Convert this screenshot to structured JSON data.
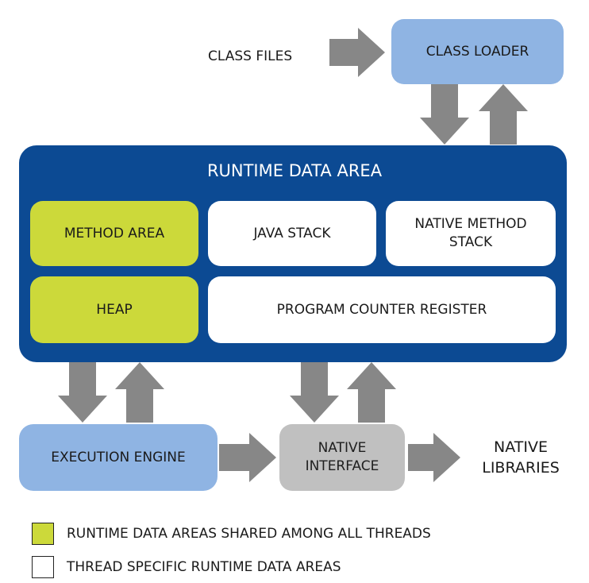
{
  "top": {
    "class_files": "CLASS FILES",
    "class_loader": "CLASS LOADER"
  },
  "runtime": {
    "title": "RUNTIME DATA AREA",
    "method_area": "METHOD AREA",
    "java_stack": "JAVA STACK",
    "native_method_stack": "NATIVE METHOD STACK",
    "heap": "HEAP",
    "program_counter": "PROGRAM COUNTER REGISTER"
  },
  "bottom": {
    "execution_engine": "EXECUTION ENGINE",
    "native_interface": "NATIVE INTERFACE",
    "native_libraries": "NATIVE LIBRARIES"
  },
  "legend": {
    "shared": "RUNTIME DATA AREAS SHARED AMONG ALL THREADS",
    "thread": "THREAD SPECIFIC RUNTIME DATA AREAS"
  },
  "colors": {
    "runtime_bg": "#0c4a93",
    "shared": "#ccd93a",
    "thread": "#ffffff",
    "loader_engine": "#8fb4e3",
    "native_interface": "#c0c0c0",
    "arrow": "#878787"
  },
  "arrows": [
    {
      "name": "class-files-to-loader-arrow",
      "direction": "right"
    },
    {
      "name": "loader-to-runtime-arrow",
      "direction": "down"
    },
    {
      "name": "runtime-to-loader-arrow",
      "direction": "up"
    },
    {
      "name": "runtime-to-engine-arrow",
      "direction": "down"
    },
    {
      "name": "engine-to-runtime-arrow",
      "direction": "up"
    },
    {
      "name": "runtime-to-native-interface-arrow",
      "direction": "down"
    },
    {
      "name": "native-interface-to-runtime-arrow",
      "direction": "up"
    },
    {
      "name": "engine-to-native-interface-arrow",
      "direction": "right"
    },
    {
      "name": "native-interface-to-libraries-arrow",
      "direction": "right"
    }
  ]
}
